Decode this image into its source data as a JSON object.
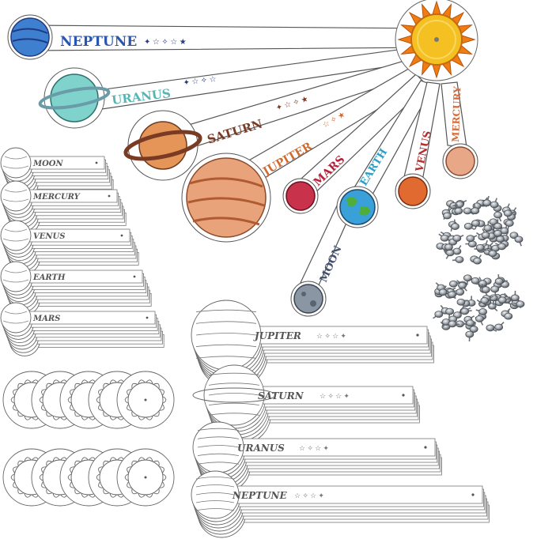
{
  "colored_planets": [
    {
      "label": "NEPTUNE",
      "color": "#2b56b0",
      "body": "#3f7fd0"
    },
    {
      "label": "URANUS",
      "color": "#57b6b3",
      "body": "#7fd3cc"
    },
    {
      "label": "SATURN",
      "color": "#7a3b24",
      "body": "#e59558"
    },
    {
      "label": "JUPITER",
      "color": "#d06a2f",
      "body": "#e8a37a"
    },
    {
      "label": "MARS",
      "color": "#b6213a",
      "body": "#c8324a"
    },
    {
      "label": "EARTH",
      "color": "#2aa0c8",
      "body": "#3aa0d8"
    },
    {
      "label": "VENUS",
      "color": "#b03030",
      "body": "#e06a30"
    },
    {
      "label": "MERCURY",
      "color": "#d86a3a",
      "body": "#e8a888"
    },
    {
      "label": "MOON",
      "color": "#445070",
      "body": "#8a96a4"
    }
  ],
  "outline_strips_left": [
    {
      "label": "MOON"
    },
    {
      "label": "MERCURY"
    },
    {
      "label": "VENUS"
    },
    {
      "label": "EARTH"
    },
    {
      "label": "MARS"
    }
  ],
  "outline_strips_right": [
    {
      "label": "JUPITER"
    },
    {
      "label": "SATURN"
    },
    {
      "label": "URANUS"
    },
    {
      "label": "NEPTUNE"
    }
  ],
  "colors": {
    "sun_outer": "#f07d12",
    "sun_inner": "#f5c021",
    "pin_metal": "#9aa0a6",
    "outline": "#5a5a5a"
  }
}
